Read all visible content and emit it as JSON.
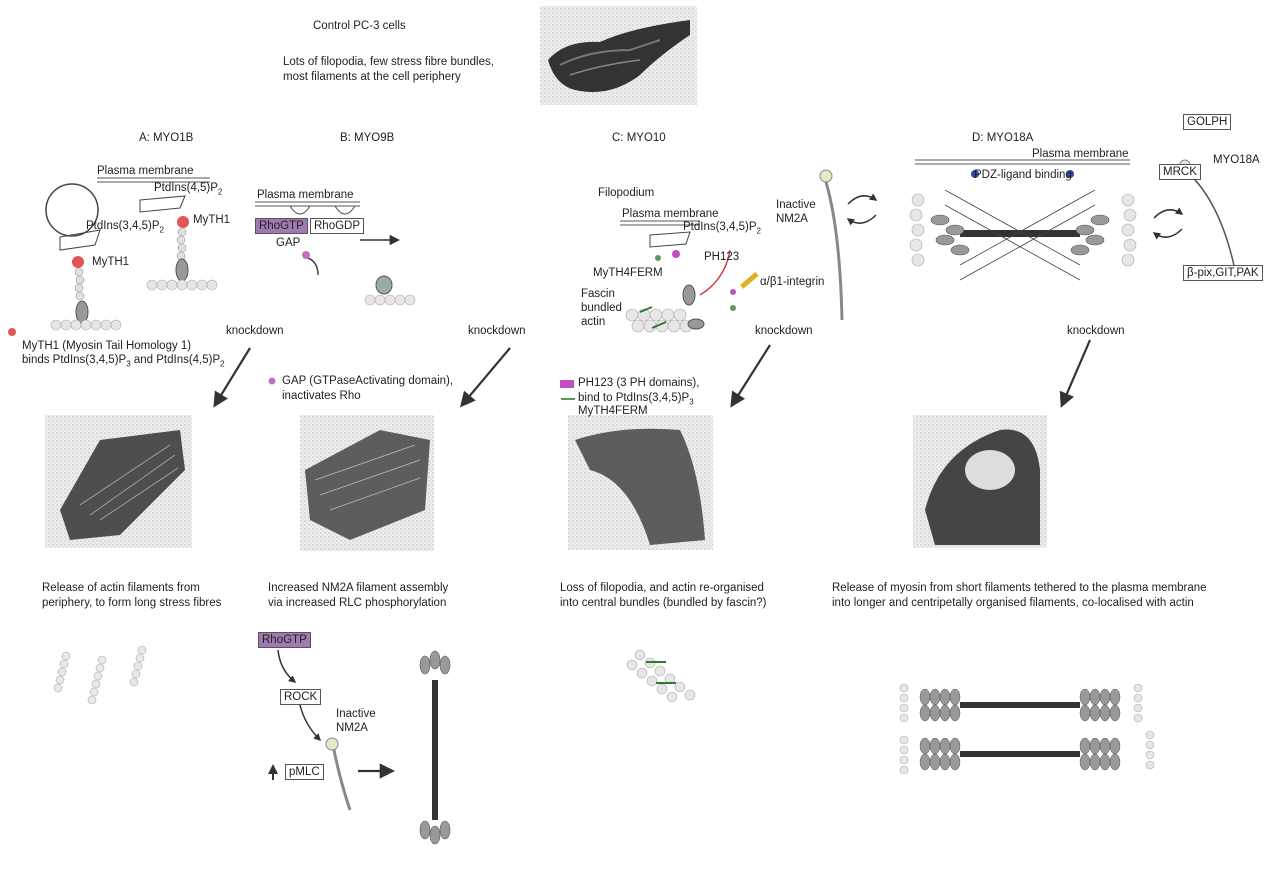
{
  "header": {
    "title": "Control PC-3 cells",
    "desc_line1": "Lots of filopodia, few stress fibre bundles,",
    "desc_line2": "most filaments at the cell periphery"
  },
  "panels": {
    "a": {
      "title": "A: MYO1B",
      "membrane": "Plasma membrane",
      "pip2": "PtdIns(4,5)P",
      "pip2_sub": "2",
      "pip3": "PtdIns(3,4,5)P",
      "pip3_sub": "2",
      "myth1_a": "MyTH1",
      "myth1_b": "MyTH1",
      "legend_l1": "MyTH1 (Myosin Tail Homology 1)",
      "legend_l2_pre": "binds PtdIns(3,4,5)P",
      "legend_l2_sub": "3",
      "legend_l2_mid": " and PtdIns(4,5)P",
      "legend_l2_sub2": "2",
      "knockdown": "knockdown",
      "result_l1": "Release of actin filaments from",
      "result_l2": "periphery, to form long stress fibres"
    },
    "b": {
      "title": "B: MYO9B",
      "membrane": "Plasma membrane",
      "rhogtp": "RhoGTP",
      "rhogdp": "RhoGDP",
      "gap": "GAP",
      "legend_l1": "GAP (GTPaseActivating domain),",
      "legend_l2": "inactivates Rho",
      "knockdown": "knockdown",
      "result_l1": "Increased NM2A filament assembly",
      "result_l2": "via increased RLC phosphorylation",
      "path_rhogtp": "RhoGTP",
      "path_rock": "ROCK",
      "path_inactive_l1": "Inactive",
      "path_inactive_l2": "NM2A",
      "path_pmlc": "pMLC"
    },
    "c": {
      "title": "C: MYO10",
      "filopodium": "Filopodium",
      "membrane": "Plasma membrane",
      "pip3": "PtdIns(3,4,5)P",
      "pip3_sub": "2",
      "inactive_l1": "Inactive",
      "inactive_l2": "NM2A",
      "ph123": "PH123",
      "myth4ferm": "MyTH4FERM",
      "integrin": "α/β1-integrin",
      "fascin_l1": "Fascin",
      "fascin_l2": "bundled",
      "fascin_l3": "actin",
      "legend_l1": "PH123 (3 PH domains),",
      "legend_l2_pre": "bind to PtdIns(3,4,5)P",
      "legend_l2_sub": "3",
      "legend_l3": "MyTH4FERM",
      "knockdown": "knockdown",
      "result_l1": "Loss of filopodia, and actin re-organised",
      "result_l2": "into central bundles (bundled by fascin?)"
    },
    "d": {
      "title": "D: MYO18A",
      "membrane": "Plasma membrane",
      "pdz": "PDZ-ligand binding",
      "golph": "GOLPH",
      "mrck": "MRCK",
      "myo18a": "MYO18A",
      "partners": "β-pix,GIT,PAK",
      "knockdown": "knockdown",
      "result_l1": "Release of myosin from short filaments tethered to the plasma membrane",
      "result_l2": "into longer and centripetally organised filaments, co-localised with actin"
    }
  },
  "colors": {
    "rhogtp": "#a07ab0",
    "myth1": "#e05555",
    "gap": "#c070c0",
    "ph123": "#c050c0",
    "myth4ferm": "#5a9a5a",
    "integrin": "#e0b020",
    "fascin": "#2f7a2f",
    "pdz": "#2a4a9a"
  },
  "icons": [
    "circular-arrows-icon",
    "down-arrow-icon",
    "right-arrow-icon",
    "up-arrow-icon"
  ]
}
